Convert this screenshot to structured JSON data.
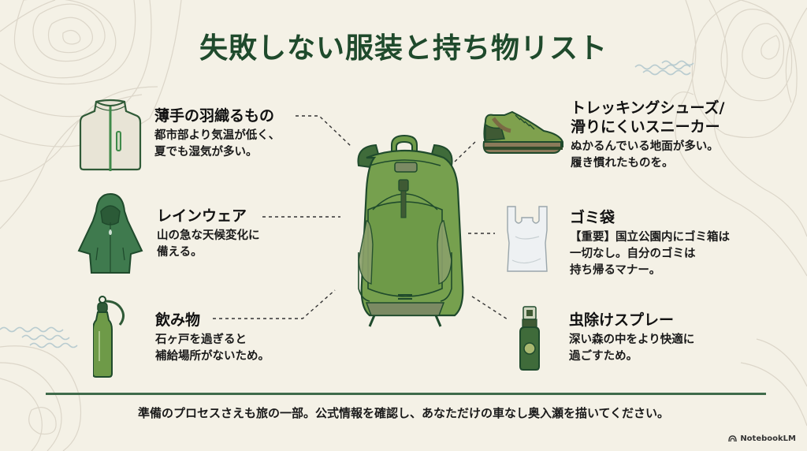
{
  "title": "失敗しない服装と持ち物リスト",
  "items": [
    {
      "id": "jacket",
      "title": "薄手の羽織るもの",
      "desc": "都市部より気温が低く、\n夏でも湿気が多い。",
      "icon": "jacket-icon"
    },
    {
      "id": "rainwear",
      "title": "レインウェア",
      "desc": "山の急な天候変化に\n備える。",
      "icon": "raincoat-icon"
    },
    {
      "id": "drink",
      "title": "飲み物",
      "desc": "石ヶ戸を過ぎると\n補給場所がないため。",
      "icon": "water-bottle-icon"
    },
    {
      "id": "shoes",
      "title": "トレッキングシューズ/\n滑りにくいスニーカー",
      "title_line1": "トレッキングシューズ/",
      "title_line2": "滑りにくいスニーカー",
      "desc": "ぬかるんでいる地面が多い。\n履き慣れたものを。",
      "icon": "shoe-icon"
    },
    {
      "id": "trash-bag",
      "title": "ゴミ袋",
      "desc": "【重要】国立公園内にゴミ箱は\n一切なし。自分のゴミは\n持ち帰るマナー。",
      "icon": "plastic-bag-icon"
    },
    {
      "id": "bug-spray",
      "title": "虫除けスプレー",
      "desc": "深い森の中をより快適に\n過ごすため。",
      "icon": "spray-bottle-icon"
    }
  ],
  "center_icon": "backpack-icon",
  "footer": "準備のプロセスさえも旅の一部。公式情報を確認し、あなただけの車なし奥入瀬を描いてください。",
  "brand": "NotebookLM",
  "colors": {
    "background": "#f4f1e6",
    "title": "#1f4a2c",
    "accent_green": "#6e9a48",
    "dark_green": "#2f5a37",
    "divider": "#3f6b4b",
    "contour": "#d9d3c6",
    "wave": "#b9ccd0"
  }
}
